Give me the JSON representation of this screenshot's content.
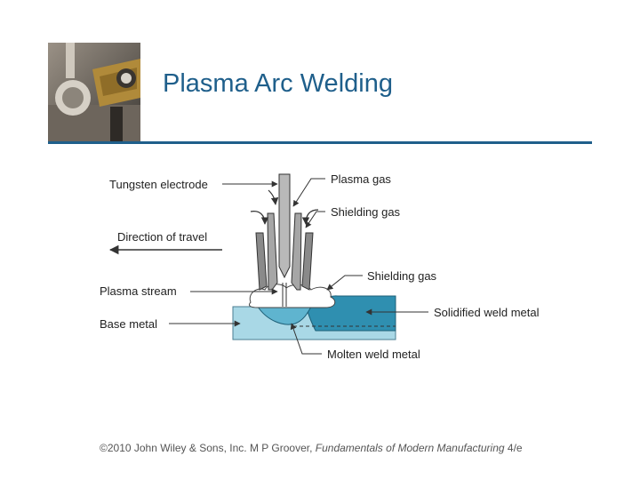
{
  "slide": {
    "title": "Plasma Arc Welding"
  },
  "diagram": {
    "labels": {
      "tungsten_electrode": "Tungsten electrode",
      "direction_of_travel": "Direction of travel",
      "plasma_stream": "Plasma stream",
      "base_metal": "Base metal",
      "plasma_gas": "Plasma gas",
      "shielding_gas_top": "Shielding gas",
      "shielding_gas_side": "Shielding gas",
      "solidified_weld_metal": "Solidified weld metal",
      "molten_weld_metal": "Molten weld metal"
    },
    "colors": {
      "base_metal": "#a9d8e6",
      "solidified_weld": "#2f8fb0",
      "torch_gray": "#8a8a8a"
    }
  },
  "footer": {
    "copyright": "©2010 John Wiley & Sons, Inc.",
    "author": "M P Groover,",
    "book": "Fundamentals of Modern Manufacturing",
    "edition": "4/e"
  }
}
